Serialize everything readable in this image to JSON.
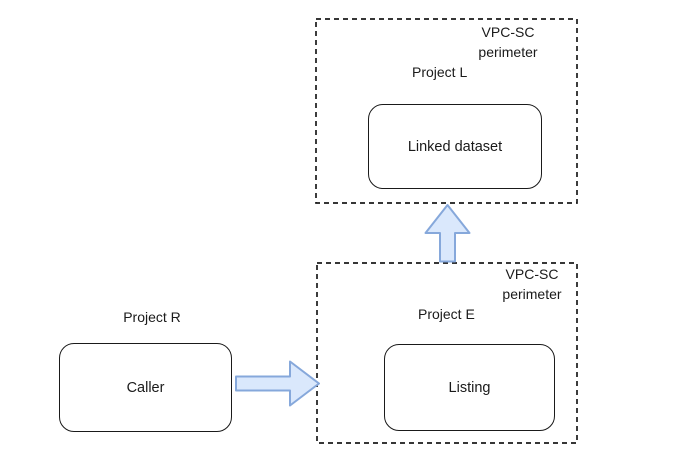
{
  "colors": {
    "background": "#ffffff",
    "line": "#1a1a1a",
    "arrow_fill": "#dae8fc",
    "arrow_stroke": "#86a8db"
  },
  "top_perimeter": {
    "vpc_label": "VPC-SC",
    "perimeter_label": "perimeter",
    "project_label": "Project L",
    "node_label": "Linked dataset"
  },
  "bottom_perimeter": {
    "vpc_label": "VPC-SC",
    "perimeter_label": "perimeter",
    "project_label": "Project E",
    "node_label": "Listing"
  },
  "external": {
    "project_label": "Project R",
    "node_label": "Caller"
  },
  "arrows": [
    {
      "name": "caller-to-listing",
      "direction": "right"
    },
    {
      "name": "listing-to-linked-dataset",
      "direction": "up"
    }
  ]
}
